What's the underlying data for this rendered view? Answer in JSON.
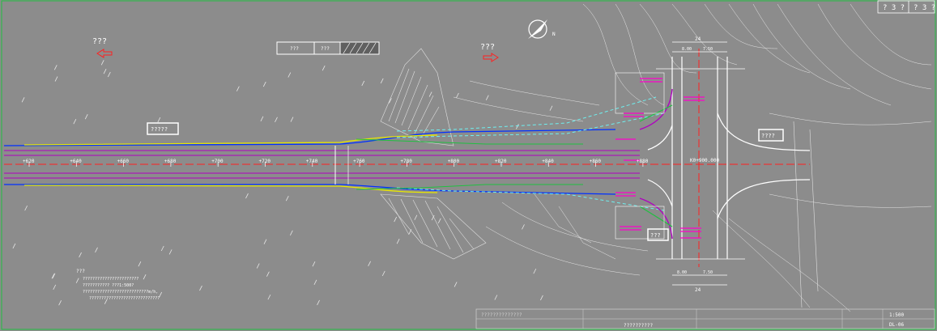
{
  "header": {
    "box1": "? 3 ?",
    "box2": "? 3 ?"
  },
  "labels": {
    "left_direction": "???",
    "right_direction": "???",
    "scale_bar_1": "???",
    "scale_bar_2": "???",
    "road_tag_main": "?????",
    "road_tag_right": "????",
    "road_tag_bottom": "???",
    "notes_title": "???"
  },
  "stations": [
    "+620",
    "+640",
    "+660",
    "+680",
    "+700",
    "+720",
    "+740",
    "+760",
    "+780",
    "+800",
    "+820",
    "+840",
    "+860",
    "+880"
  ],
  "intersection_label": "K0+900.000",
  "notes_lines": [
    "???????????????????????",
    "??????????? ???1:500?",
    "???????????????????????????m/h,",
    "?????????????????????????????"
  ],
  "dims": {
    "top": "24",
    "top_left": "8.00",
    "top_right": "7.50",
    "bottom": "24",
    "bottom_left": "8.00",
    "bottom_right": "7.50"
  },
  "title_block": {
    "scale": "1:500",
    "drawing_no": "DL-06",
    "project": "??????????",
    "title_text": "??????????????"
  },
  "colors": {
    "centerline": "#ff2020",
    "road_edge": "#0030ff",
    "lane": "#b000c0",
    "magenta_text": "#ff00cc",
    "cyan": "#6ef0f0",
    "yellow": "#e8e800",
    "green": "#20c040",
    "contour": "#e6e6e6"
  }
}
